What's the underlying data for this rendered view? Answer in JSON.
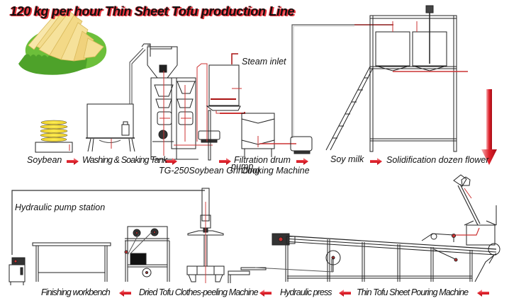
{
  "title": "120 kg per hour Thin Sheet Tofu production Line",
  "colors": {
    "accent_red": "#e0202a",
    "line_dark": "#222222",
    "pipe_red": "#cc1f1f",
    "tofu_yellow": "#f2d98a",
    "lettuce_green": "#6cbf3a"
  },
  "top_row": {
    "stages": [
      {
        "id": "soybean",
        "label": "Soybean"
      },
      {
        "id": "washing",
        "label": "Washing & Soaking Tank"
      },
      {
        "id": "grinding",
        "label": "TG-250Soybean Grinding"
      },
      {
        "id": "pump",
        "label": "pump"
      },
      {
        "id": "cooking",
        "label": "Cooking Machine"
      },
      {
        "id": "filtration",
        "label": "Filtration drum"
      },
      {
        "id": "soymilk",
        "label": "Soy milk"
      },
      {
        "id": "solidification",
        "label": "Solidification dozen flower"
      }
    ],
    "steam_label": "Steam inlet"
  },
  "bottom_row": {
    "hydraulic_pump_label": "Hydraulic pump station",
    "stages": [
      {
        "id": "finishing",
        "label": "Finishing workbench"
      },
      {
        "id": "peeling",
        "label": "Dried Tofu Clothes-peeling Machine"
      },
      {
        "id": "press",
        "label": "Hydraulic press"
      },
      {
        "id": "pouring",
        "label": "Thin Tofu Sheet Pouring Machine"
      }
    ]
  },
  "icons": [
    "right-arrow-icon",
    "left-arrow-icon",
    "down-arrow-icon",
    "tofu-sheet-image",
    "soybean-stack-icon"
  ]
}
